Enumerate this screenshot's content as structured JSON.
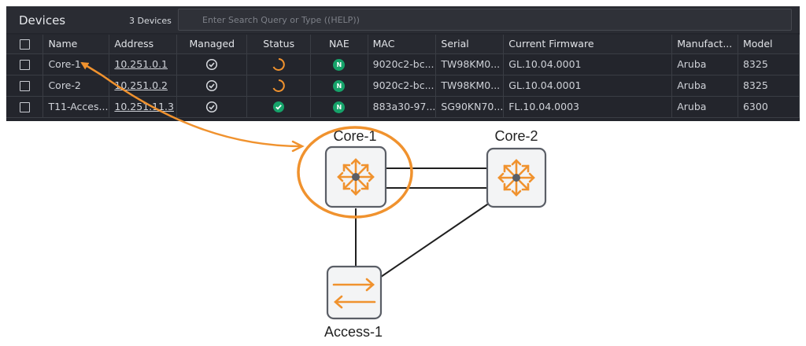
{
  "panel": {
    "title": "Devices",
    "device_count": "3 Devices",
    "search_placeholder": "Enter Search Query or Type ((HELP))"
  },
  "table": {
    "columns": [
      "Name",
      "Address",
      "Managed",
      "Status",
      "NAE",
      "MAC",
      "Serial",
      "Current Firmware",
      "Manufact...",
      "Model"
    ],
    "rows": [
      {
        "name": "Core-1",
        "address": "10.251.0.1",
        "managed": "check-circle-icon",
        "status": "in-progress",
        "nae": "N",
        "mac": "9020c2-bc...",
        "serial": "TW98KM0...",
        "firmware": "GL.10.04.0001",
        "manufacturer": "Aruba",
        "model": "8325"
      },
      {
        "name": "Core-2",
        "address": "10.251.0.2",
        "managed": "check-circle-icon",
        "status": "in-progress",
        "nae": "N",
        "mac": "9020c2-bc...",
        "serial": "TW98KM0...",
        "firmware": "GL.10.04.0001",
        "manufacturer": "Aruba",
        "model": "8325"
      },
      {
        "name": "T11-Acces...",
        "address": "10.251.11.3",
        "managed": "check-circle-icon",
        "status": "ok",
        "nae": "N",
        "mac": "883a30-97...",
        "serial": "SG90KN70...",
        "firmware": "FL.10.04.0003",
        "manufacturer": "Aruba",
        "model": "6300"
      }
    ]
  },
  "topology": {
    "nodes": [
      {
        "label": "Core-1",
        "icon": "core-switch-icon"
      },
      {
        "label": "Core-2",
        "icon": "core-switch-icon"
      },
      {
        "label": "Access-1",
        "icon": "access-switch-icon"
      }
    ]
  },
  "colors": {
    "panel_bg": "#23252c",
    "accent_orange": "#f0922e",
    "status_green": "#16a36a",
    "nae_green": "#16a36a"
  }
}
